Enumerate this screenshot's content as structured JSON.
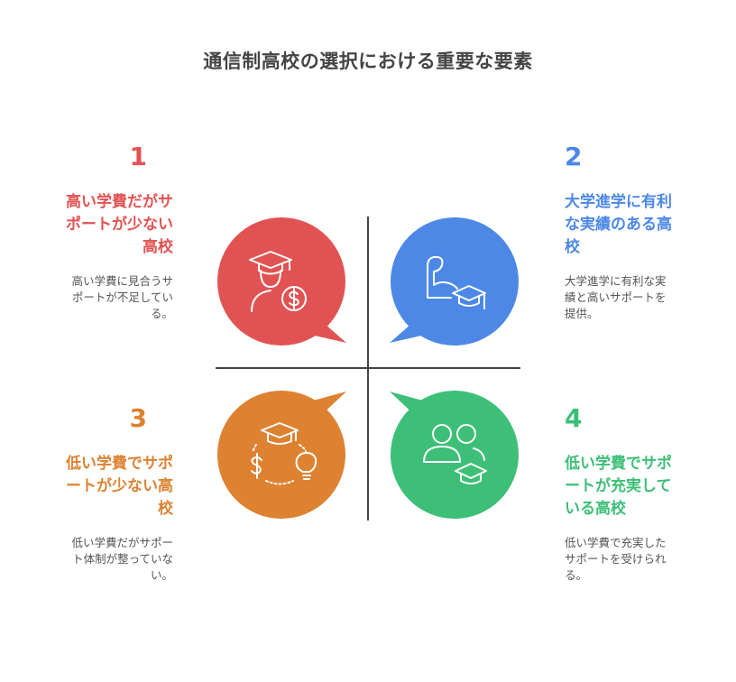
{
  "title": "通信制高校の選択における重要な要素",
  "colors": {
    "red": "#e15353",
    "blue": "#4d88e6",
    "orange": "#dd8231",
    "green": "#3dbf77",
    "divider": "#444444",
    "icon": "#ffffff"
  },
  "items": [
    {
      "number": "1",
      "heading": [
        "高い学費だがサ",
        "ポートが少ない",
        "高校"
      ],
      "description": [
        "高い学費に見合うサ",
        "ポートが不足してい",
        "る。"
      ],
      "icon": "graduate-with-dollar-icon"
    },
    {
      "number": "2",
      "heading": [
        "大学進学に有利",
        "な実績のある高",
        "校"
      ],
      "description": [
        "大学進学に有利な実",
        "績と高いサポートを",
        "提供。"
      ],
      "icon": "strong-arm-with-graduation-cap-icon"
    },
    {
      "number": "3",
      "heading": [
        "低い学費でサポ",
        "ートが少ない高",
        "校"
      ],
      "description": [
        "低い学費だがサポー",
        "ト体制が整っていな",
        "い。"
      ],
      "icon": "cap-dollar-lightbulb-cycle-icon"
    },
    {
      "number": "4",
      "heading": [
        "低い学費でサポ",
        "ートが充実して",
        "いる高校"
      ],
      "description": [
        "低い学費で充実した",
        "サポートを受けられ",
        "る。"
      ],
      "icon": "group-with-graduation-cap-icon"
    }
  ]
}
